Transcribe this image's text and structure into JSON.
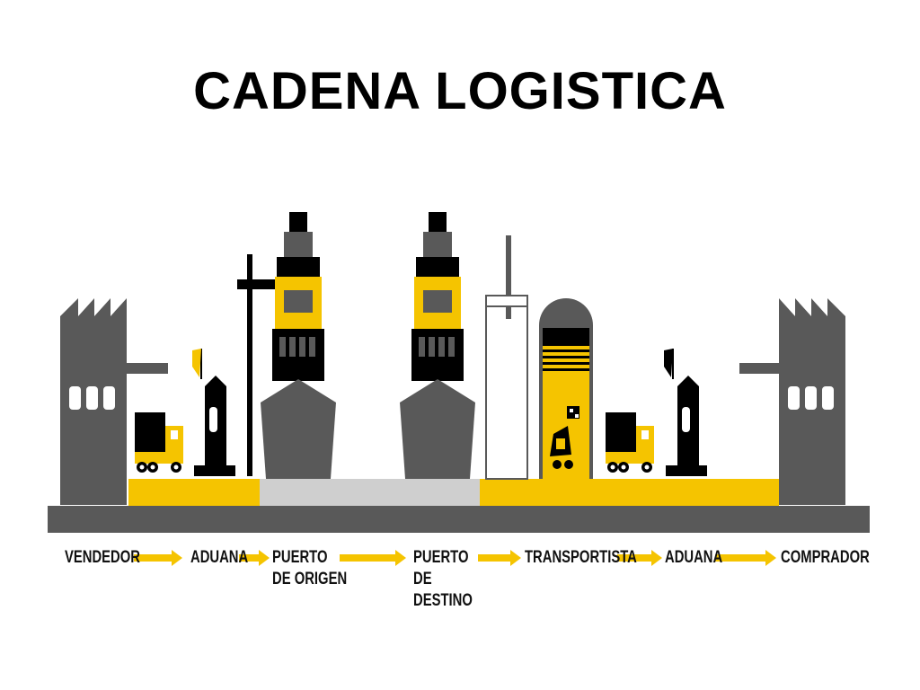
{
  "title": "CADENA LOGISTICA",
  "stages": [
    {
      "label": "VENDEDOR"
    },
    {
      "label": "ADUANA"
    },
    {
      "label": "PUERTO DE ORIGEN"
    },
    {
      "label": "PUERTO DE DESTINO"
    },
    {
      "label": "TRANSPORTISTA"
    },
    {
      "label": "ADUANA"
    },
    {
      "label": "COMPRADOR"
    }
  ],
  "colors": {
    "accent": "#f5c400",
    "dark_gray": "#595959",
    "black": "#000000",
    "light_gray": "#cfcfcf"
  }
}
